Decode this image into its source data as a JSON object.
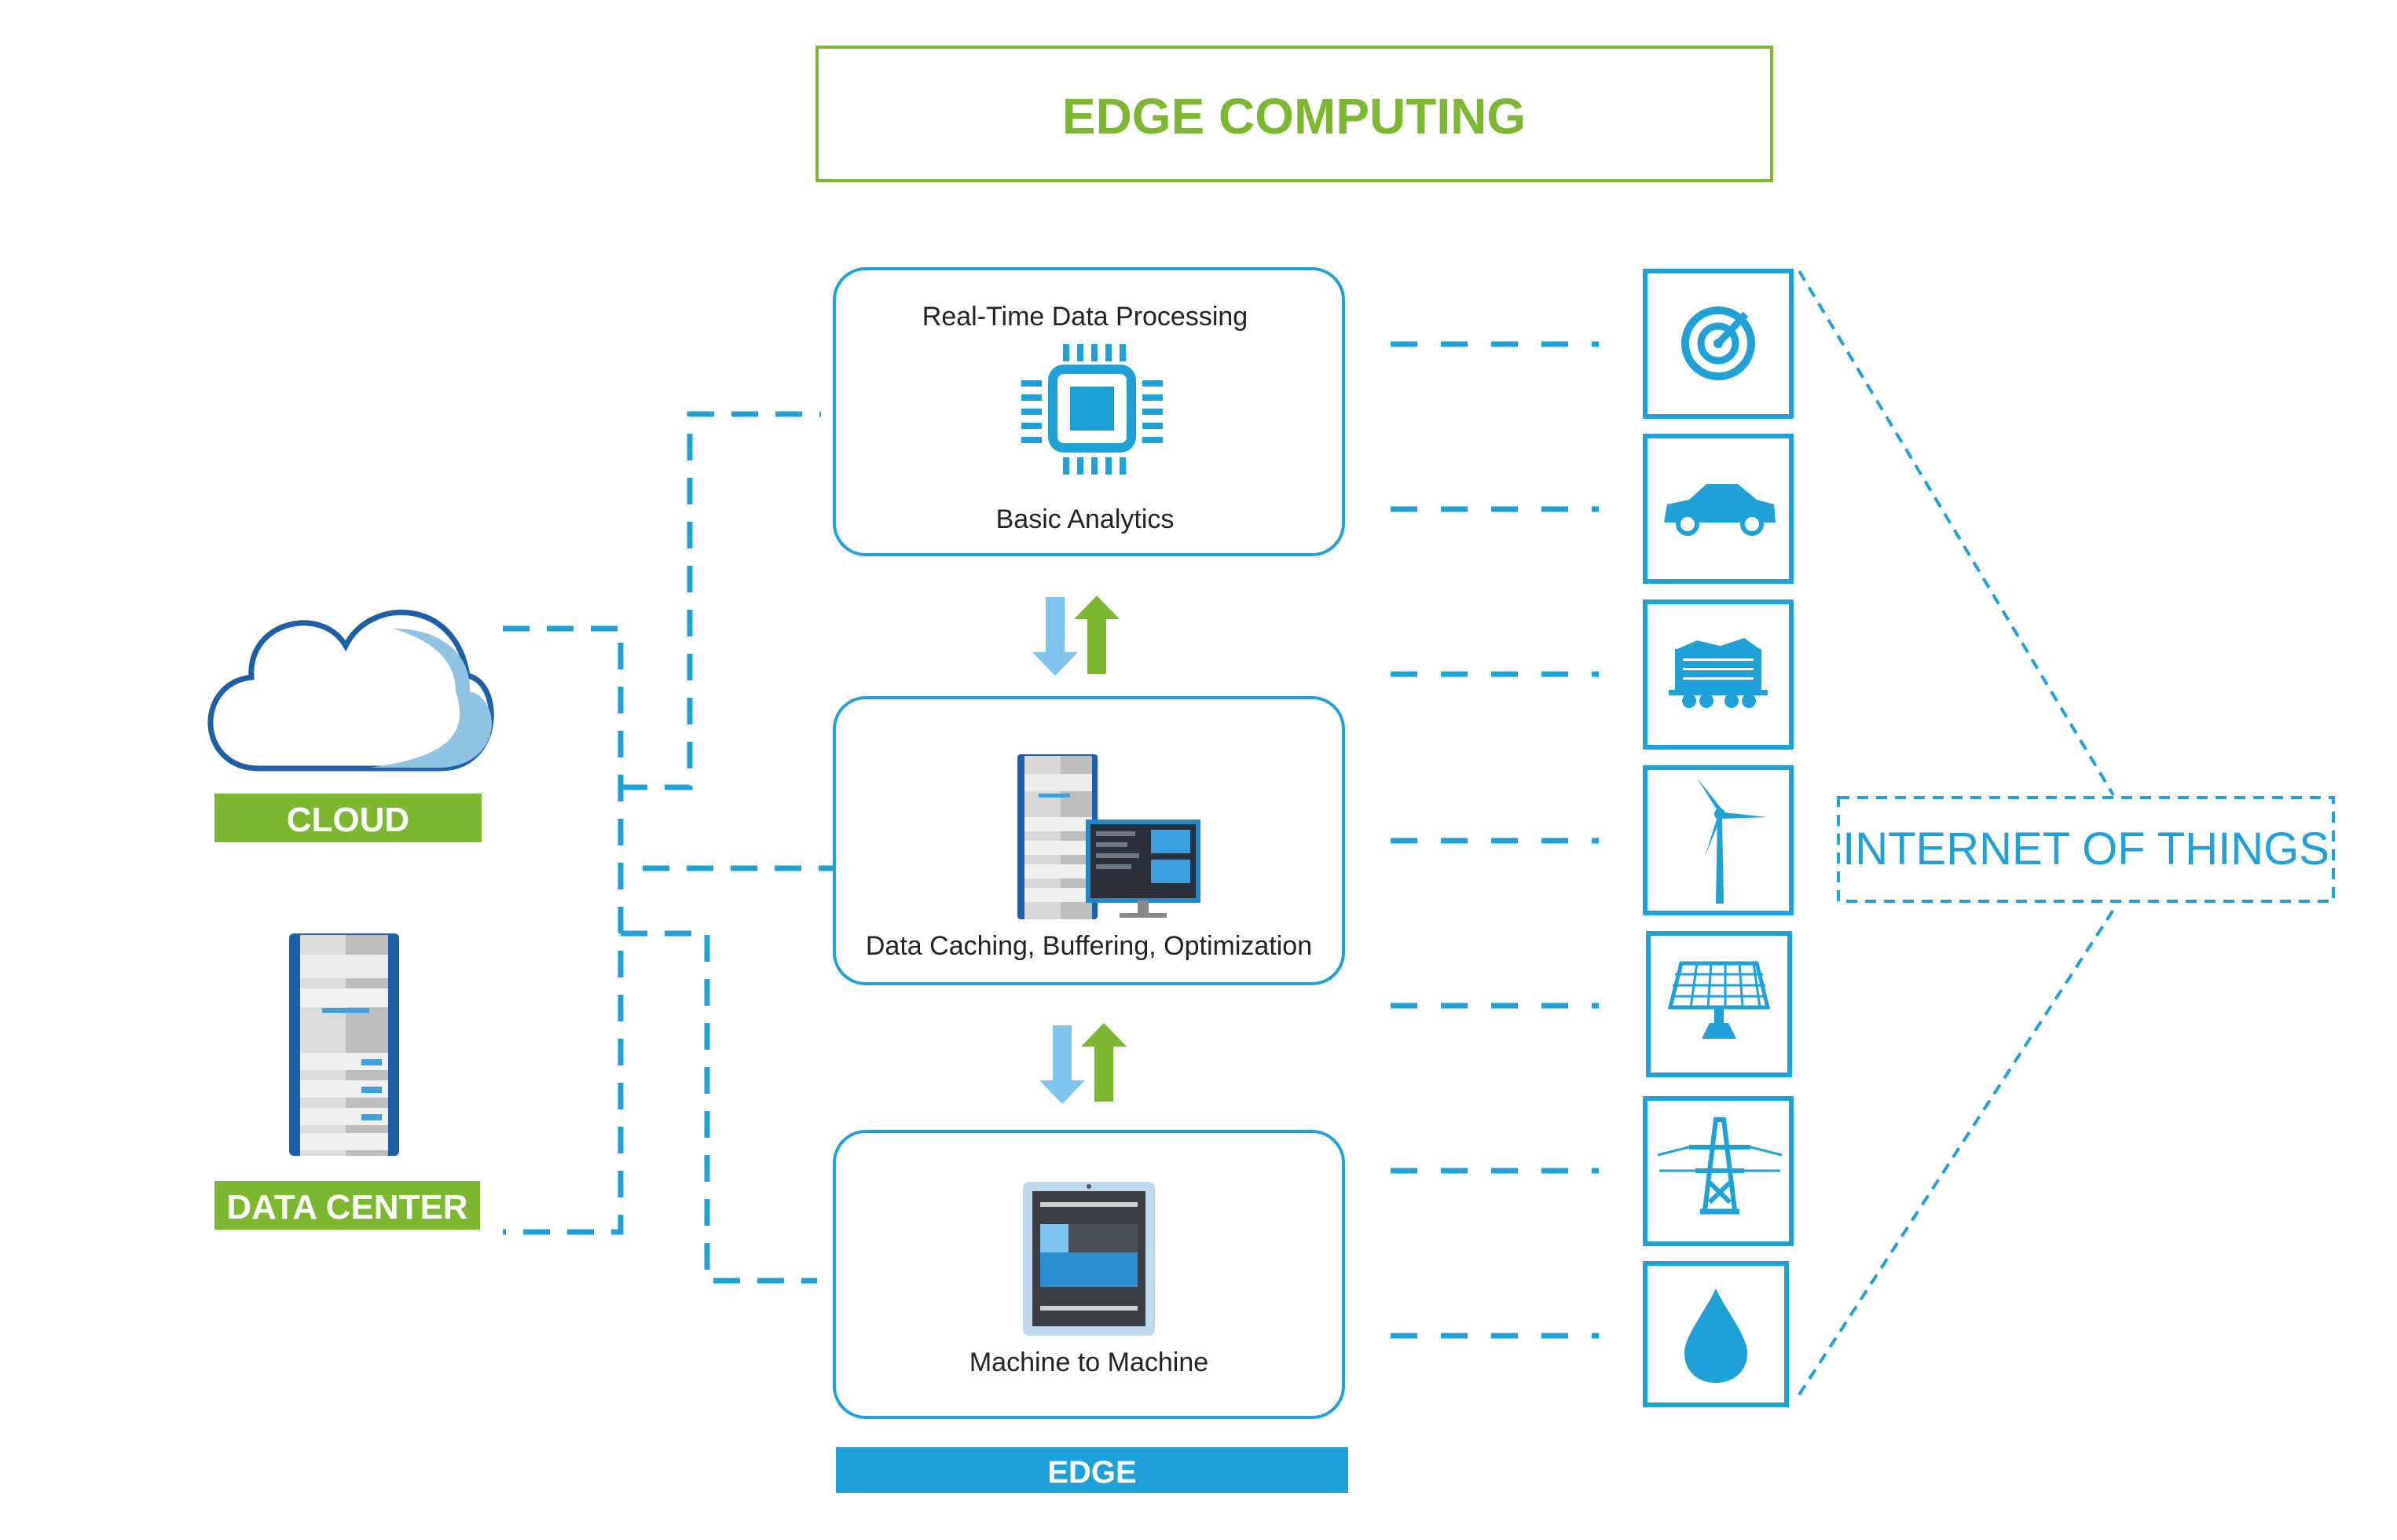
{
  "title": "EDGE COMPUTING",
  "left": {
    "cloud_label": "CLOUD",
    "datacenter_label": "DATA CENTER"
  },
  "edge": {
    "label": "EDGE",
    "boxes": [
      {
        "top_text": "Real-Time Data Processing",
        "bottom_text": "Basic Analytics",
        "icon": "cpu-chip-icon"
      },
      {
        "bottom_text": "Data Caching, Buffering, Optimization",
        "icon": "server-monitor-icon"
      },
      {
        "bottom_text": "Machine to Machine",
        "icon": "tablet-device-icon"
      }
    ]
  },
  "iot": {
    "label": "INTERNET OF THINGS",
    "devices": [
      "gauge-icon",
      "car-icon",
      "freight-railcar-icon",
      "wind-turbine-icon",
      "solar-panel-icon",
      "power-pylon-icon",
      "water-drop-icon"
    ]
  },
  "colors": {
    "green": "#7cb82f",
    "blue": "#1ea0d8",
    "dark_blue": "#1b5fa8",
    "light_blue": "#7cc3ee",
    "text": "#222222"
  }
}
